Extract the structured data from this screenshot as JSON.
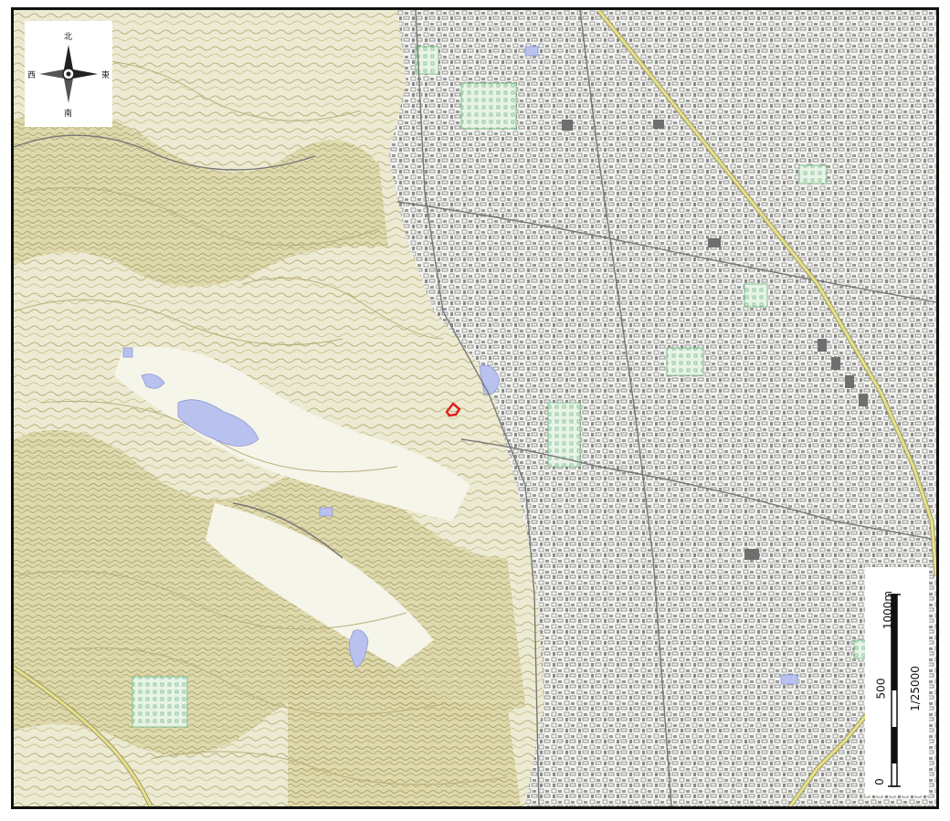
{
  "map": {
    "type": "topographic-map",
    "colors": {
      "contour": "#b7b07a",
      "hill_fill": "#d8d3a8",
      "urban": "#8c8c8c",
      "road_major": "#e9e08a",
      "road_outline": "#9a9a6a",
      "water": "#b9c2ef",
      "park": "#7fc48a",
      "site_marker": "#e0201c"
    }
  },
  "compass": {
    "icon": "compass-rose-icon",
    "labels": {
      "north": "北",
      "south": "南",
      "east": "東",
      "west": "西"
    }
  },
  "scale_bar": {
    "label_zero": "0",
    "label_mid": "500",
    "label_max": "1000m",
    "ratio": "1/25000"
  },
  "site": {
    "icon": "site-marker-icon"
  }
}
